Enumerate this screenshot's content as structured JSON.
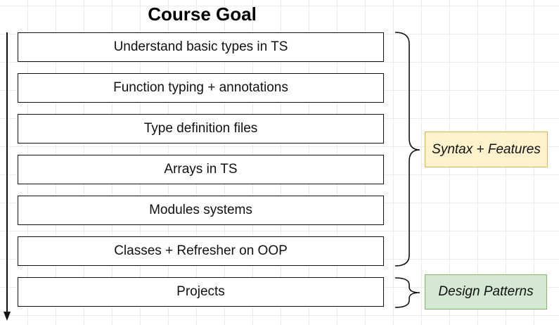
{
  "diagram": {
    "title": "Course Goal",
    "steps": [
      "Understand basic types in TS",
      "Function typing + annotations",
      "Type definition files",
      "Arrays in TS",
      "Modules systems",
      "Classes + Refresher on OOP",
      "Projects"
    ],
    "groups": [
      {
        "label": "Syntax + Features",
        "color": "#fff1cc",
        "border": "#d6b656"
      },
      {
        "label": "Design Patterns",
        "color": "#d5e8d4",
        "border": "#82b366"
      }
    ]
  }
}
